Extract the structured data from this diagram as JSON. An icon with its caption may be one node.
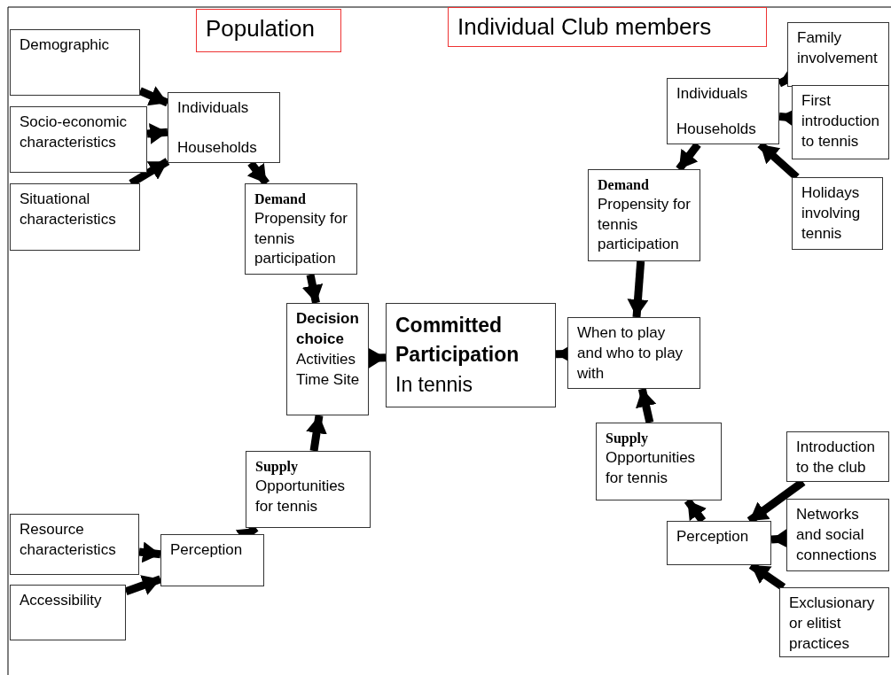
{
  "diagram": {
    "nodes": [
      {
        "text": [
          "Population"
        ]
      },
      {
        "text": [
          "Individual Club members"
        ]
      },
      {
        "text": [
          "Demographic"
        ]
      },
      {
        "text": [
          "Socio-economic characteristics"
        ]
      },
      {
        "text": [
          "Situational characteristics"
        ]
      },
      {
        "text": [
          "Individuals",
          "Households"
        ]
      },
      {
        "text": [
          "Demand",
          "Propensity for tennis participation"
        ]
      },
      {
        "text": [
          "Decision choice",
          "Activities Time Site"
        ]
      },
      {
        "text": [
          "Supply",
          "Opportunities for tennis"
        ]
      },
      {
        "text": [
          "Resource characteristics"
        ]
      },
      {
        "text": [
          "Accessibility"
        ]
      },
      {
        "text": [
          "Perception"
        ]
      },
      {
        "text": [
          "Committed Participation",
          "In tennis"
        ]
      },
      {
        "text": [
          "Family involvement"
        ]
      },
      {
        "text": [
          "Individuals",
          "Households"
        ]
      },
      {
        "text": [
          "First introduction to tennis"
        ]
      },
      {
        "text": [
          "Holidays involving tennis"
        ]
      },
      {
        "text": [
          "Demand",
          "Propensity for tennis participation"
        ]
      },
      {
        "text": [
          "When to play and who to play with"
        ]
      },
      {
        "text": [
          "Supply",
          "Opportunities for tennis"
        ]
      },
      {
        "text": [
          "Introduction to the club"
        ]
      },
      {
        "text": [
          "Networks and social connections"
        ]
      },
      {
        "text": [
          "Perception"
        ]
      },
      {
        "text": [
          "Exclusionary or elitist practices"
        ]
      }
    ],
    "edges": [
      {
        "from": 2,
        "to": 5,
        "arrow": "to"
      },
      {
        "from": 3,
        "to": 5,
        "arrow": "to"
      },
      {
        "from": 4,
        "to": 5,
        "arrow": "to"
      },
      {
        "from": 5,
        "to": 6,
        "arrow": "to"
      },
      {
        "from": 6,
        "to": 7,
        "arrow": "to"
      },
      {
        "from": 9,
        "to": 11,
        "arrow": "to"
      },
      {
        "from": 10,
        "to": 11,
        "arrow": "to"
      },
      {
        "from": 11,
        "to": 8,
        "arrow": "to"
      },
      {
        "from": 8,
        "to": 7,
        "arrow": "to"
      },
      {
        "from": 7,
        "to": 12,
        "arrow": "to"
      },
      {
        "from": 18,
        "to": 12,
        "arrow": "to"
      },
      {
        "from": 13,
        "to": 14,
        "arrow": "to"
      },
      {
        "from": 15,
        "to": 14,
        "arrow": "to"
      },
      {
        "from": 16,
        "to": 14,
        "arrow": "to"
      },
      {
        "from": 14,
        "to": 17,
        "arrow": "to"
      },
      {
        "from": 17,
        "to": 18,
        "arrow": "to"
      },
      {
        "from": 19,
        "to": 18,
        "arrow": "to"
      },
      {
        "from": 22,
        "to": 19,
        "arrow": "to"
      },
      {
        "from": 20,
        "to": 22,
        "arrow": "to"
      },
      {
        "from": 21,
        "to": 22,
        "arrow": "to"
      },
      {
        "from": 23,
        "to": 22,
        "arrow": "to"
      }
    ]
  }
}
